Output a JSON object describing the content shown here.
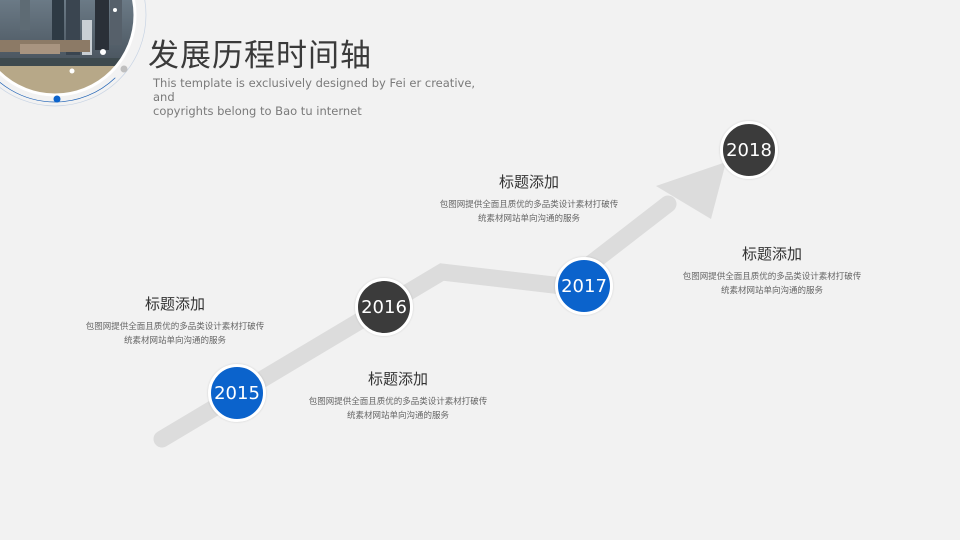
{
  "header": {
    "title": "发展历程时间轴",
    "subtitle_line1": "This template is exclusively designed by Fei er creative, and",
    "subtitle_line2": "copyrights belong to Bao tu internet"
  },
  "colors": {
    "background": "#f2f2f2",
    "accent_blue": "#0b63cc",
    "dark": "#3b3b3b",
    "track": "#dcdcdc"
  },
  "timeline": {
    "nodes": [
      {
        "year": "2015",
        "style": "blue"
      },
      {
        "year": "2016",
        "style": "dark"
      },
      {
        "year": "2017",
        "style": "blue"
      },
      {
        "year": "2018",
        "style": "dark"
      }
    ],
    "entries": [
      {
        "heading": "标题添加",
        "desc_line1": "包图网提供全面且质优的多品类设计素材打破传",
        "desc_line2": "统素材网站单向沟通的服务"
      },
      {
        "heading": "标题添加",
        "desc_line1": "包图网提供全面且质优的多品类设计素材打破传",
        "desc_line2": "统素材网站单向沟通的服务"
      },
      {
        "heading": "标题添加",
        "desc_line1": "包图网提供全面且质优的多品类设计素材打破传",
        "desc_line2": "统素材网站单向沟通的服务"
      },
      {
        "heading": "标题添加",
        "desc_line1": "包图网提供全面且质优的多品类设计素材打破传",
        "desc_line2": "统素材网站单向沟通的服务"
      }
    ]
  }
}
